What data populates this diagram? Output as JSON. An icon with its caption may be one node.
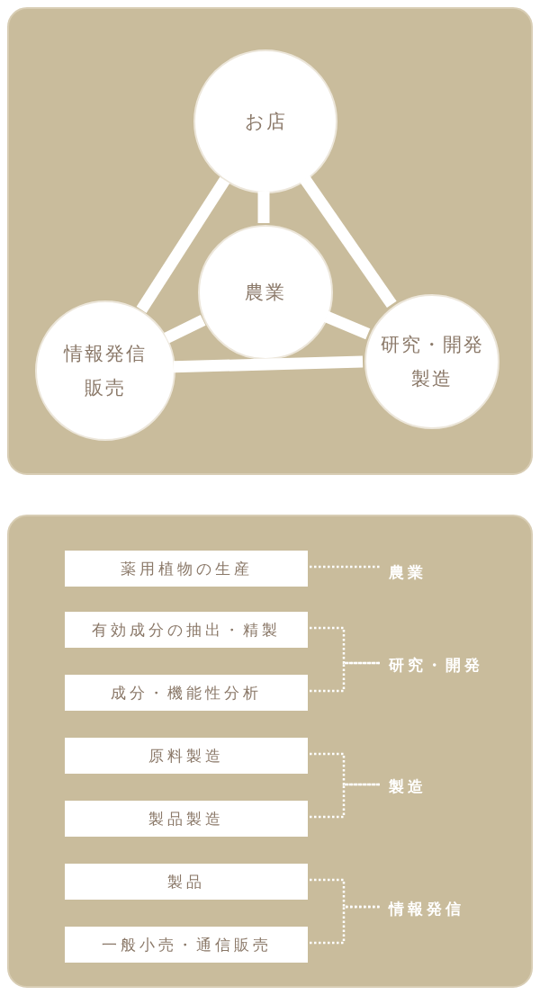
{
  "diagram": {
    "nodes": [
      {
        "text": [],
        "shape": "box"
      },
      {
        "text": [
          "お店"
        ],
        "in": 0
      },
      {
        "text": [
          "農業"
        ],
        "in": 0
      },
      {
        "text": [
          "情報発信販売"
        ],
        "in": 0
      },
      {
        "text": [
          "研究・開発製造"
        ],
        "in": 0
      },
      {
        "text": [],
        "shape": "box"
      },
      {
        "text": [
          "薬用植物の生産"
        ],
        "in": 5
      },
      {
        "text": [
          "農業"
        ],
        "in": 5
      },
      {
        "text": [
          "有効成分の抽出・精製"
        ],
        "in": 5
      },
      {
        "text": [
          "成分・機能性分析"
        ],
        "in": 5
      },
      {
        "text": [
          "研究・開発"
        ],
        "in": 5
      },
      {
        "text": [
          "原料製造"
        ],
        "in": 5
      },
      {
        "text": [
          "製品製造"
        ],
        "in": 5
      },
      {
        "text": [
          "製造"
        ],
        "in": 5
      },
      {
        "text": [
          "製品"
        ],
        "in": 5
      },
      {
        "text": [
          "一般小売・通信販売"
        ],
        "in": 5
      },
      {
        "text": [
          "情報発信"
        ],
        "in": 5
      }
    ],
    "edges": [
      {
        "from": 1,
        "to": 3,
        "arrow": "none",
        "style": "thick"
      },
      {
        "from": 1,
        "to": 4,
        "arrow": "none",
        "style": "thick"
      },
      {
        "from": 3,
        "to": 4,
        "arrow": "none",
        "style": "thick"
      },
      {
        "from": 2,
        "to": 1,
        "arrow": "none",
        "style": "thick"
      },
      {
        "from": 2,
        "to": 3,
        "arrow": "none",
        "style": "thick"
      },
      {
        "from": 2,
        "to": 4,
        "arrow": "none",
        "style": "thick"
      },
      {
        "from": 6,
        "to": 7,
        "arrow": "none",
        "style": "dashed"
      },
      {
        "from": 8,
        "to": 10,
        "arrow": "none",
        "style": "dashed"
      },
      {
        "from": 9,
        "to": 10,
        "arrow": "none",
        "style": "dashed"
      },
      {
        "from": 11,
        "to": 13,
        "arrow": "none",
        "style": "dashed"
      },
      {
        "from": 12,
        "to": 13,
        "arrow": "none",
        "style": "dashed"
      },
      {
        "from": 14,
        "to": 16,
        "arrow": "none",
        "style": "dashed"
      },
      {
        "from": 15,
        "to": 16,
        "arrow": "none",
        "style": "dashed"
      }
    ]
  }
}
